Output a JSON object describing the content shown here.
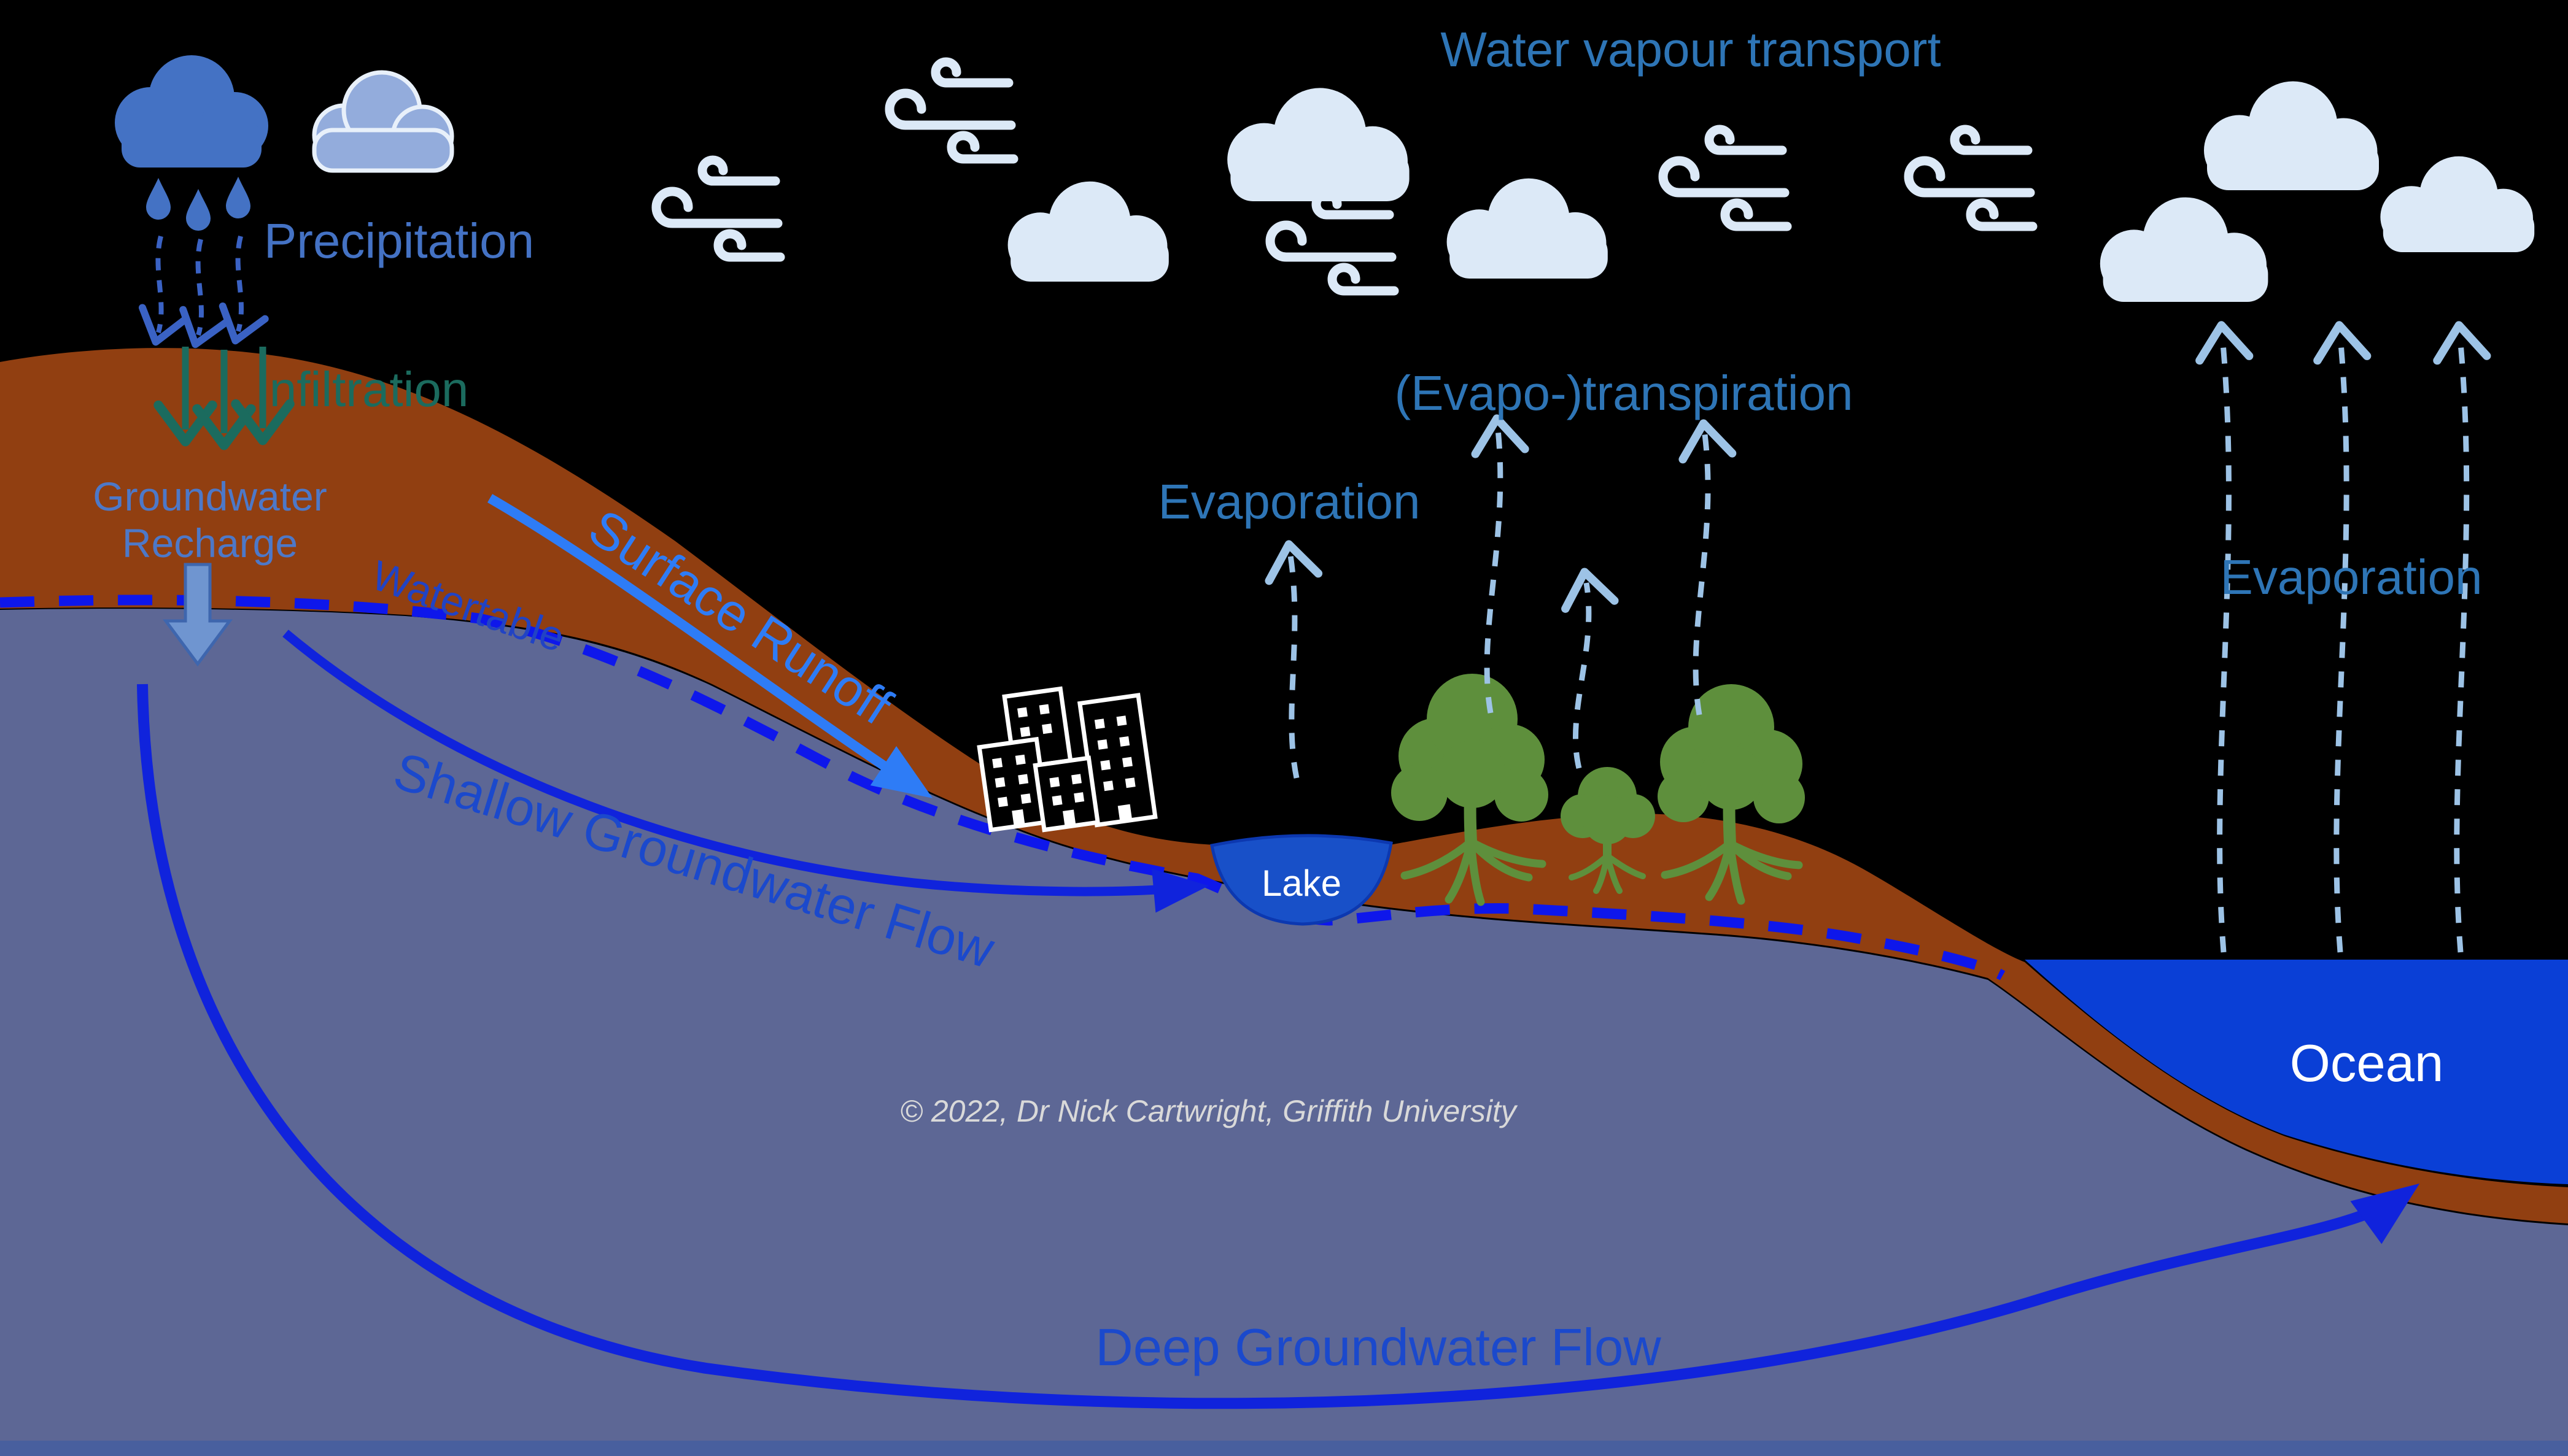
{
  "diagram": {
    "title": "Hydrological water cycle diagram",
    "labels": {
      "precipitation": "Precipitation",
      "infiltration": "Infiltration",
      "water_vapour_transport": "Water vapour transport",
      "evaporation_inland": "Evaporation",
      "evapotranspiration": "(Evapo-)transpiration",
      "evaporation_ocean": "Evaporation",
      "groundwater_recharge_line1": "Groundwater",
      "groundwater_recharge_line2": "Recharge",
      "watertable": "Watertable",
      "surface_runoff": "Surface Runoff",
      "shallow_groundwater_flow": "Shallow Groundwater Flow",
      "deep_groundwater_flow": "Deep Groundwater Flow",
      "lake": "Lake",
      "ocean": "Ocean",
      "copyright": "© 2022, Dr Nick Cartwright, Griffith University"
    },
    "colors": {
      "background": "#000000",
      "soil_brown": "#913F11",
      "groundwater_purple": "#5D6795",
      "bottom_band": "#485F9E",
      "ocean_blue": "#0A3FD6",
      "lake_blue": "#1850C8",
      "lake_rim": "#0C38B0",
      "watertable_dash_blue": "#0E17EB",
      "flow_arrow_blue": "#1023DC",
      "surface_runoff_azure": "#2E7CF6",
      "label_blue": "#4472C4",
      "steel_blue_text": "#2E75B6",
      "flow_text_blue": "#1B49CC",
      "watertable_text_blue": "#2143C4",
      "infiltration_teal": "#1B6B5E",
      "rain_arrow_blue": "#3A62C4",
      "evaporation_arrow_pale": "#9DC3E6",
      "cloud_pale": "#DCE9F7",
      "cloud_medium": "#93ACDC",
      "cloud_dark": "#4472C4",
      "tree_green": "#5E8F3C",
      "building_white": "#FFFFFF",
      "copyright_gray": "#D9D9D9"
    },
    "icons": [
      "rain-cloud-icon",
      "light-cloud-icon",
      "pale-cloud-icon",
      "wind-icon",
      "raindrop-icon",
      "rain-arrow-icon",
      "infiltration-arrow-icon",
      "recharge-arrow-icon",
      "evaporation-arrow-icon",
      "buildings-icon",
      "tree-icon",
      "lake-shape",
      "ocean-shape"
    ]
  }
}
